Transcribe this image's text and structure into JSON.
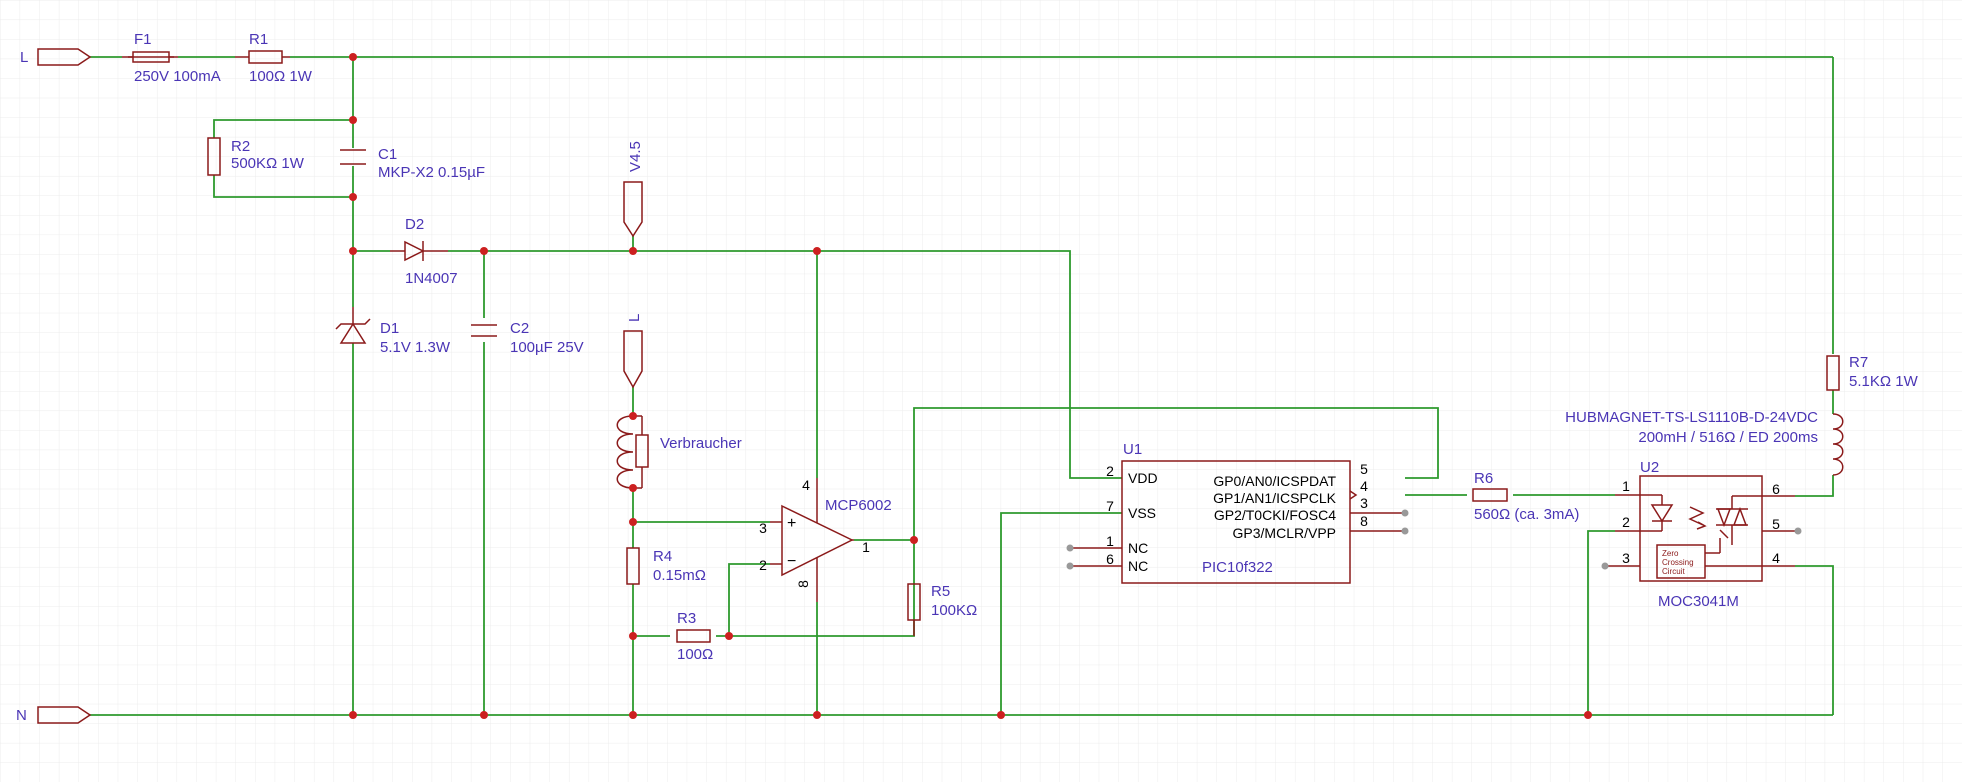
{
  "colors": {
    "wire": "#2e9a2e",
    "component": "#8b1a1a",
    "label": "#4a35b5",
    "junction": "#cc2020",
    "grid": "#ececec"
  },
  "ports": {
    "L": "L",
    "N": "N",
    "V45": "V4.5",
    "L2": "L"
  },
  "parts": {
    "F1": {
      "ref": "F1",
      "value": "250V 100mA"
    },
    "R1": {
      "ref": "R1",
      "value": "100Ω 1W"
    },
    "R2": {
      "ref": "R2",
      "value": "500KΩ 1W"
    },
    "C1": {
      "ref": "C1",
      "value": "MKP-X2 0.15µF"
    },
    "D2": {
      "ref": "D2",
      "value": "1N4007"
    },
    "D1": {
      "ref": "D1",
      "value": "5.1V 1.3W"
    },
    "C2": {
      "ref": "C2",
      "value": "100µF 25V"
    },
    "LOAD": {
      "value": "Verbraucher"
    },
    "R4": {
      "ref": "R4",
      "value": "0.15mΩ"
    },
    "R3": {
      "ref": "R3",
      "value": "100Ω"
    },
    "R5": {
      "ref": "R5",
      "value": "100KΩ"
    },
    "OPAMP": {
      "value": "MCP6002",
      "pins": {
        "p4": "4",
        "p3": "3",
        "p2": "2",
        "p1": "1",
        "p8": "8"
      }
    },
    "U1": {
      "ref": "U1",
      "value": "PIC10f322",
      "pins": {
        "vdd": "VDD",
        "vss": "VSS",
        "nc1": "NC",
        "nc2": "NC",
        "gp0": "GP0/AN0/ICSPDAT",
        "gp1": "GP1/AN1/ICSPCLK",
        "gp2": "GP2/T0CKI/FOSC4",
        "gp3": "GP3/MCLR/VPP",
        "n2": "2",
        "n7": "7",
        "n1": "1",
        "n6": "6",
        "n5": "5",
        "n4": "4",
        "n3": "3",
        "n8": "8"
      }
    },
    "R6": {
      "ref": "R6",
      "value": "560Ω (ca. 3mA)"
    },
    "R7": {
      "ref": "R7",
      "value": "5.1KΩ 1W"
    },
    "MAGNET": {
      "value": "HUBMAGNET-TS-LS1110B-D-24VDC",
      "spec": "200mH / 516Ω / ED 200ms"
    },
    "U2": {
      "ref": "U2",
      "value": "MOC3041M",
      "inner": [
        "Zero",
        "Crossing",
        "Circuit"
      ],
      "pins": {
        "n1": "1",
        "n2": "2",
        "n3": "3",
        "n4": "4",
        "n5": "5",
        "n6": "6"
      }
    }
  }
}
